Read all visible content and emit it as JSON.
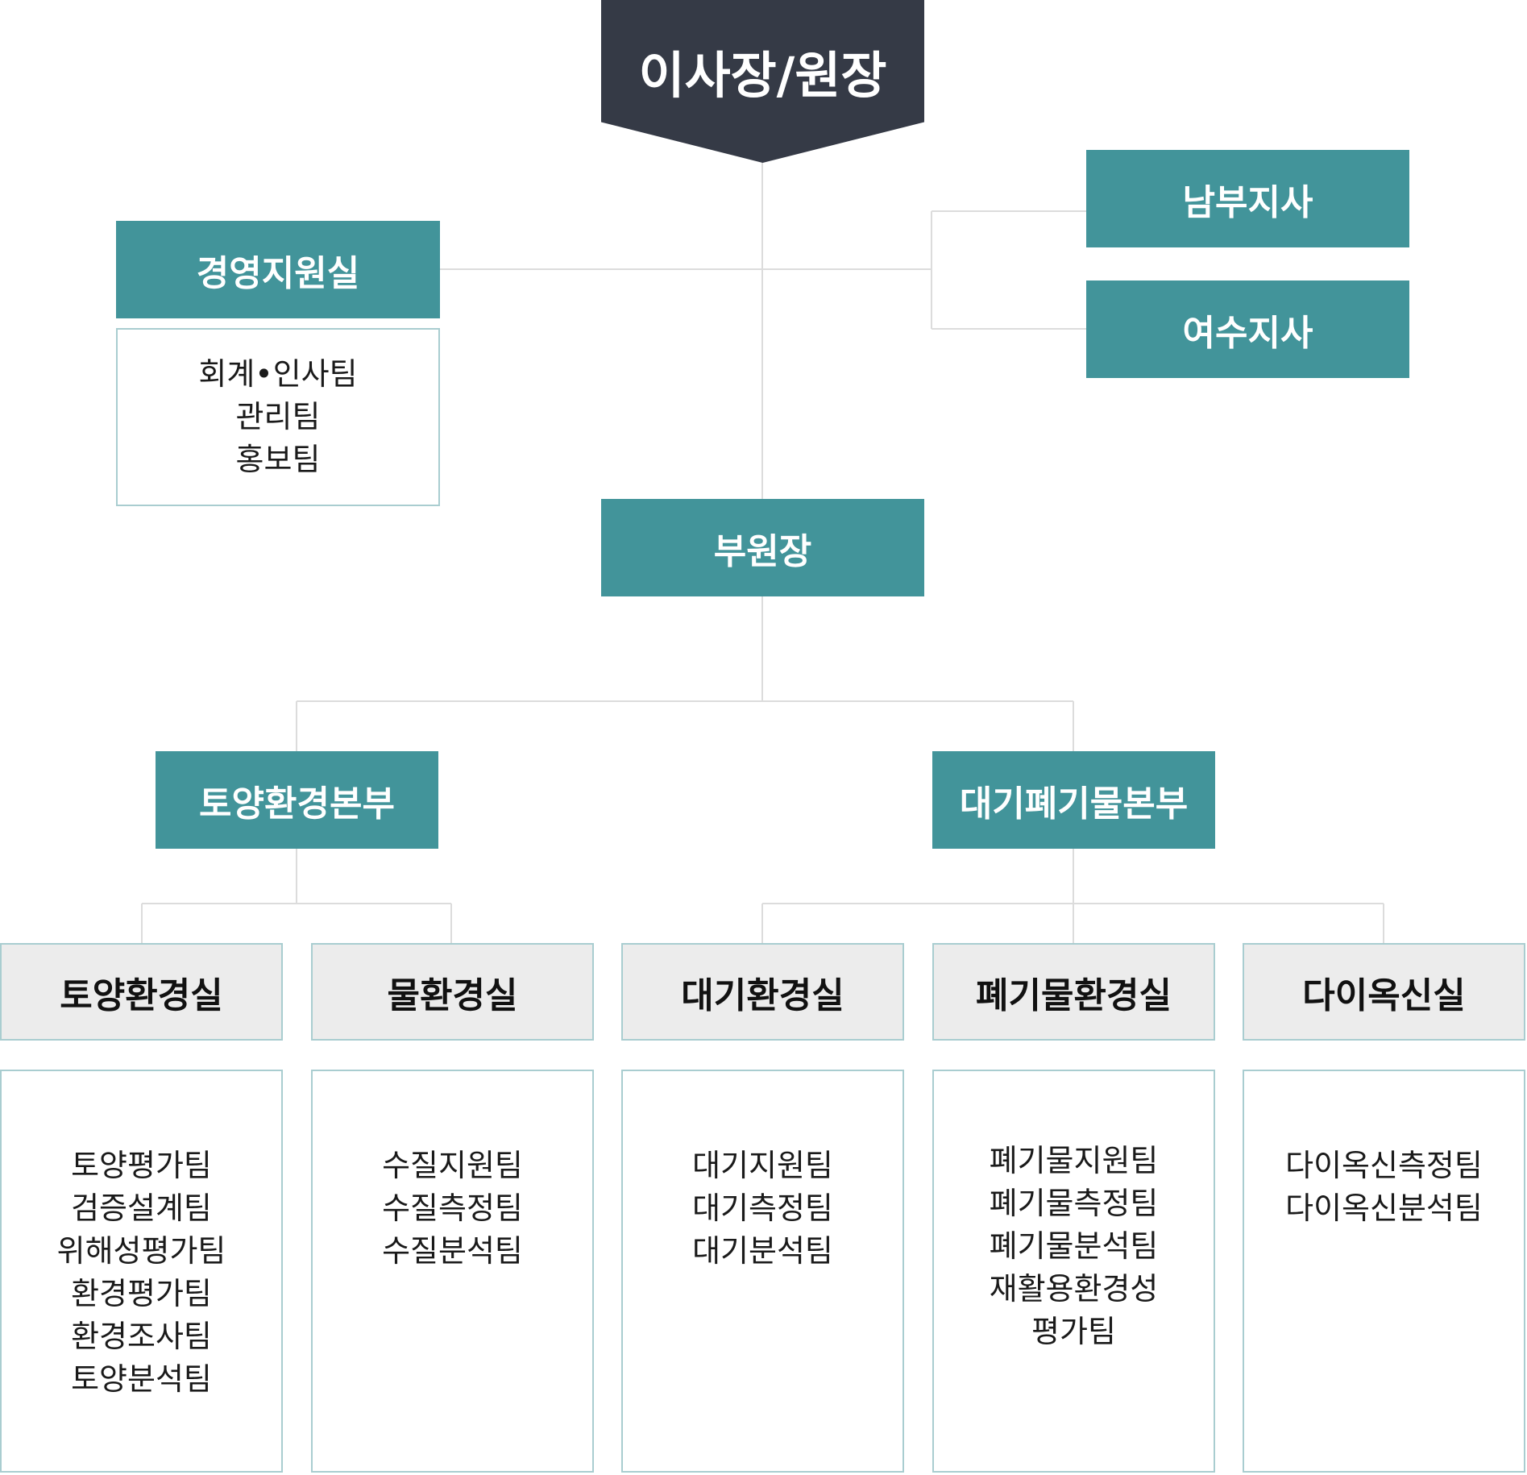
{
  "top": {
    "label": "이사장/원장"
  },
  "support_office": {
    "label": "경영지원실",
    "teams": [
      "회계•인사팀",
      "관리팀",
      "홍보팀"
    ]
  },
  "branches": [
    {
      "label": "남부지사"
    },
    {
      "label": "여수지사"
    }
  ],
  "vice": {
    "label": "부원장"
  },
  "headquarters": [
    {
      "label": "토양환경본부"
    },
    {
      "label": "대기폐기물본부"
    }
  ],
  "departments": [
    {
      "label": "토양환경실",
      "teams": [
        "토양평가팀",
        "검증설계팀",
        "위해성평가팀",
        "환경평가팀",
        "환경조사팀",
        "토양분석팀"
      ]
    },
    {
      "label": "물환경실",
      "teams": [
        "수질지원팀",
        "수질측정팀",
        "수질분석팀"
      ]
    },
    {
      "label": "대기환경실",
      "teams": [
        "대기지원팀",
        "대기측정팀",
        "대기분석팀"
      ]
    },
    {
      "label": "폐기물환경실",
      "teams": [
        "폐기물지원팀",
        "폐기물측정팀",
        "폐기물분석팀",
        "재활용환경성",
        "평가팀"
      ]
    },
    {
      "label": "다이옥신실",
      "teams": [
        "다이옥신측정팀",
        "다이옥신분석팀"
      ]
    }
  ],
  "colors": {
    "top_fill": "#353a46",
    "accent": "#42949a",
    "dept_fill": "#ececec",
    "border": "#a9cdd0",
    "line": "#dcdcdc"
  }
}
